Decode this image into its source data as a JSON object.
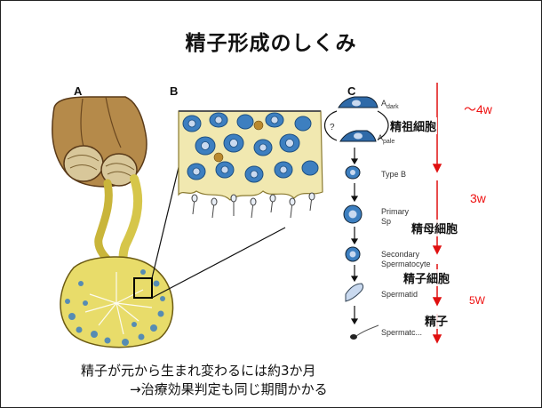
{
  "slide": {
    "title": "精子形成のしくみ",
    "panel_letters": [
      "A",
      "B",
      "C"
    ],
    "cell_stages": [
      "A dark",
      "A pale",
      "Type B",
      "Primary Sp",
      "Secondary Spermatocyte",
      "Spermatid",
      "Spermatozoa"
    ],
    "cell_labels": {
      "a_dark_main": "A",
      "a_dark_sub": "dark",
      "a_pale_main": "A",
      "a_pale_sub": "pale",
      "type_b": "Type B",
      "primary_1": "Primary",
      "primary_2": "Sp",
      "secondary_1": "Secondary",
      "secondary_2": "Spermatocyte",
      "spermatid": "Spermatid",
      "spermatozoa": "Spermatc..."
    },
    "question_mark": "?",
    "japanese_labels": [
      "精祖細胞",
      "精母細胞",
      "精子細胞",
      "精子"
    ],
    "durations": [
      "～4w",
      "3w",
      "5W"
    ],
    "caption_line1": "精子が元から生まれ変わるには約3か月",
    "caption_line2": "→治療効果判定も同じ期間かかる",
    "colors": {
      "arrow_red": "#e01010",
      "duration_red": "#e11111",
      "tubule_yellow": "#e8dc6a",
      "cell_blue": "#3d7fc0",
      "testis_brown": "#b58a4a"
    }
  }
}
